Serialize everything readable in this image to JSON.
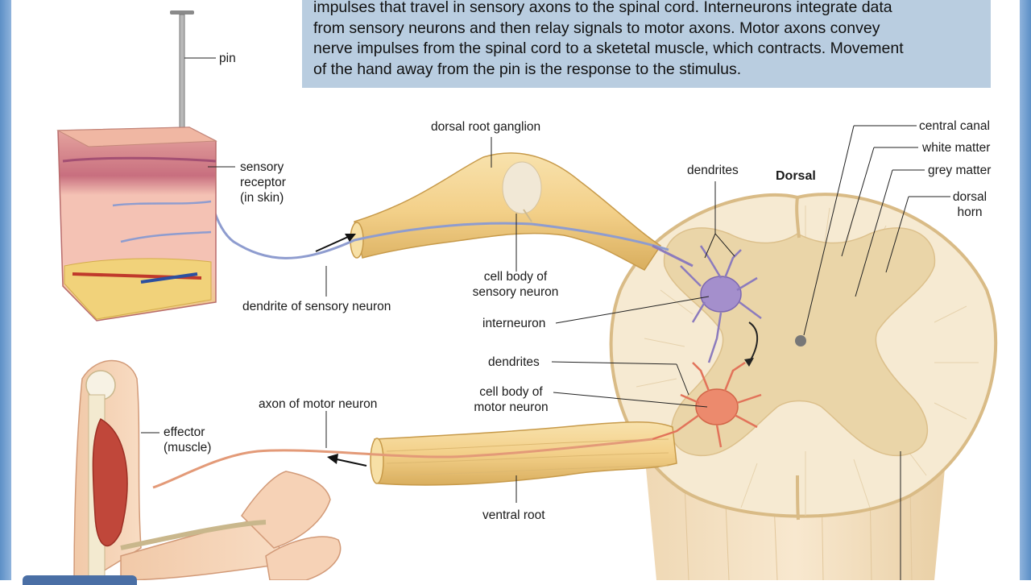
{
  "caption": {
    "lines": [
      "impulses that travel in sensory axons to the spinal cord. Interneurons integrate data",
      "from sensory neurons and then relay signals to motor axons. Motor axons convey",
      "nerve impulses from the spinal cord to a sketetal muscle, which contracts. Movement",
      "of the hand away from the pin is the response to the stimulus."
    ]
  },
  "labels": {
    "pin": "pin",
    "sensory_receptor": [
      "sensory",
      "receptor",
      "(in skin)"
    ],
    "dendrite_sensory": "dendrite of sensory neuron",
    "dorsal_root_ganglion": "dorsal root ganglion",
    "cell_body_sensory": [
      "cell body of",
      "sensory neuron"
    ],
    "interneuron": "interneuron",
    "dendrites_top": "dendrites",
    "dendrites_mid": "dendrites",
    "cell_body_motor": [
      "cell body of",
      "motor neuron"
    ],
    "axon_motor": "axon of motor neuron",
    "effector": [
      "effector",
      "(muscle)"
    ],
    "ventral_root": "ventral root",
    "dorsal": "Dorsal",
    "central_canal": "central canal",
    "white_matter": "white matter",
    "grey_matter": "grey matter",
    "dorsal_horn": [
      "dorsal",
      "horn"
    ]
  },
  "colors": {
    "nerve": "#f3d089",
    "skin": "#f1b8a8",
    "grey_matter": "#e8d3a6",
    "white_matter": "#f6ead2",
    "sensory_neuron": "#8c7bbd",
    "motor_neuron": "#e2735a",
    "caption_bg": "#b9cde0"
  }
}
